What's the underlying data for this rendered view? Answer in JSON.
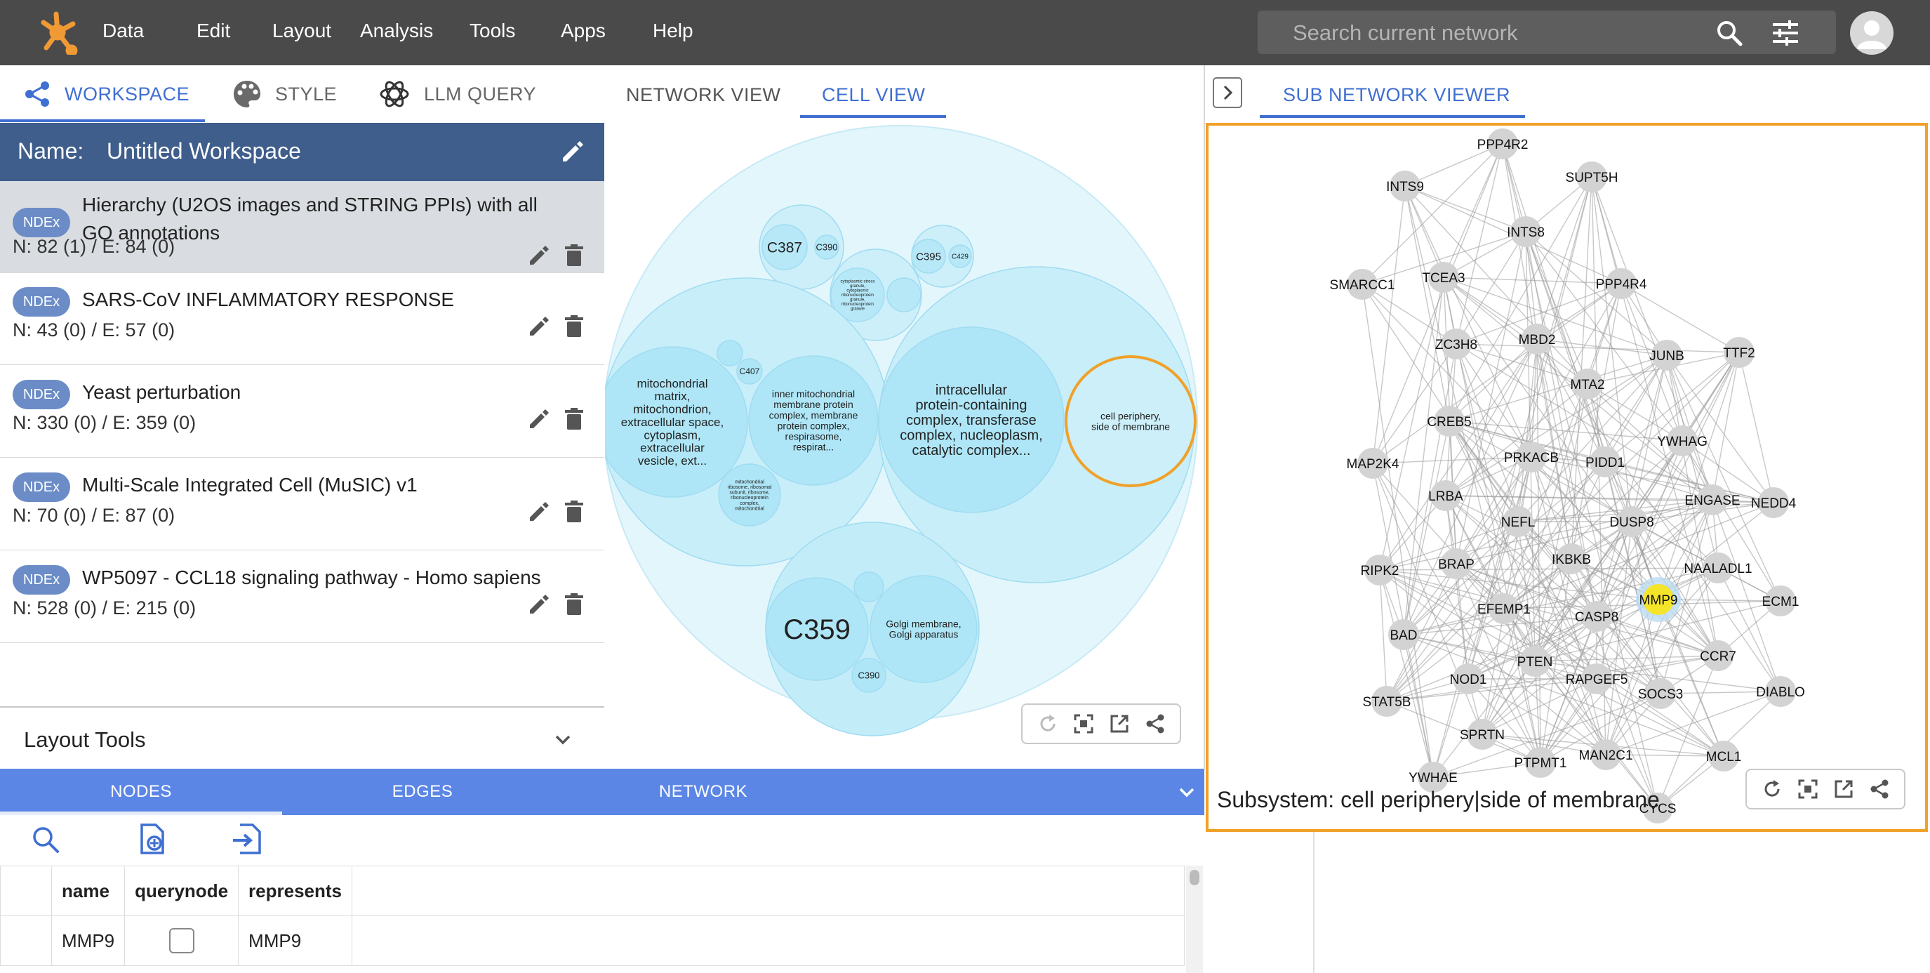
{
  "app": {
    "menu": [
      "Data",
      "Edit",
      "Layout",
      "Analysis",
      "Tools",
      "Apps",
      "Help"
    ],
    "search_placeholder": "Search current network",
    "brand_color": "#f09a36",
    "header_color": "#4a4a4a",
    "accent_color": "#3f6fd1"
  },
  "left_panel": {
    "tabs": [
      {
        "label": "WORKSPACE",
        "icon": "share-icon",
        "active": true
      },
      {
        "label": "STYLE",
        "icon": "palette-icon",
        "active": false
      },
      {
        "label": "LLM QUERY",
        "icon": "llm-icon",
        "active": false
      }
    ],
    "workspace": {
      "name_label": "Name:",
      "name": "Untitled Workspace"
    },
    "networks": [
      {
        "badge": "NDEx",
        "title": "Hierarchy (U2OS images and STRING PPIs) with all GO annotations",
        "counts": "N: 82 (1) / E: 84 (0)",
        "selected": true
      },
      {
        "badge": "NDEx",
        "title": "SARS-CoV INFLAMMATORY RESPONSE",
        "counts": "N: 43 (0) / E: 57 (0)",
        "selected": false
      },
      {
        "badge": "NDEx",
        "title": "Yeast perturbation",
        "counts": "N: 330 (0) / E: 359 (0)",
        "selected": false
      },
      {
        "badge": "NDEx",
        "title": "Multi-Scale Integrated Cell (MuSIC) v1",
        "counts": "N: 70 (0) / E: 87 (0)",
        "selected": false
      },
      {
        "badge": "NDEx",
        "title": "WP5097 - CCL18 signaling pathway - Homo sapiens",
        "counts": "N: 528 (0) / E: 215 (0)",
        "selected": false
      }
    ],
    "layout_tools_label": "Layout Tools"
  },
  "center_panel": {
    "tabs": [
      {
        "label": "NETWORK VIEW",
        "active": false
      },
      {
        "label": "CELL VIEW",
        "active": true
      }
    ],
    "circles": [
      {
        "label": "C387"
      },
      {
        "label": "C390"
      },
      {
        "label": "cytoplasmic stress granule, cytoplasmic ribonucleoprotein granule, ribonucleoprotein granule"
      },
      {
        "label": "C395"
      },
      {
        "label": "C429"
      },
      {
        "label": "mitochondrial matrix, mitochondrion, extracellular space, cytoplasm, extracellular vesicle, ext..."
      },
      {
        "label": "C407"
      },
      {
        "label": "inner mitochondrial membrane protein complex, membrane protein complex, respirasome, respirat..."
      },
      {
        "label": "mitochondrial ribosome, ribosomal subunit, ribosome, ribonucleoprotein complex, mitochondrial"
      },
      {
        "label": "intracellular protein-containing complex, transferase complex, nucleoplasm, catalytic complex..."
      },
      {
        "label": "cell periphery, side of membrane"
      },
      {
        "label": "C359"
      },
      {
        "label": "Golgi membrane, Golgi apparatus"
      },
      {
        "label": "C390"
      }
    ]
  },
  "right_panel": {
    "tab": "SUB NETWORK VIEWER",
    "subsystem_label": "Subsystem: cell periphery|side of membrane",
    "highlight_color": "#f5e52a",
    "nodes": [
      {
        "label": "PPP4R2"
      },
      {
        "label": "INTS9"
      },
      {
        "label": "SUPT5H"
      },
      {
        "label": "INTS8"
      },
      {
        "label": "SMARCC1"
      },
      {
        "label": "TCEA3"
      },
      {
        "label": "PPP4R4"
      },
      {
        "label": "ZC3H8"
      },
      {
        "label": "MBD2"
      },
      {
        "label": "JUNB"
      },
      {
        "label": "TTF2"
      },
      {
        "label": "MTA2"
      },
      {
        "label": "CREB5"
      },
      {
        "label": "YWHAG"
      },
      {
        "label": "MAP2K4"
      },
      {
        "label": "PRKACB"
      },
      {
        "label": "PIDD1"
      },
      {
        "label": "LRBA"
      },
      {
        "label": "ENGASE"
      },
      {
        "label": "NEDD4"
      },
      {
        "label": "NEFL"
      },
      {
        "label": "DUSP8"
      },
      {
        "label": "IKBKB"
      },
      {
        "label": "RIPK2"
      },
      {
        "label": "BRAP"
      },
      {
        "label": "NAALADL1"
      },
      {
        "label": "MMP9",
        "highlighted": true
      },
      {
        "label": "ECM1"
      },
      {
        "label": "EFEMP1"
      },
      {
        "label": "CASP8"
      },
      {
        "label": "BAD"
      },
      {
        "label": "CCR7"
      },
      {
        "label": "PTEN"
      },
      {
        "label": "NOD1"
      },
      {
        "label": "RAPGEF5"
      },
      {
        "label": "SOCS3"
      },
      {
        "label": "STAT5B"
      },
      {
        "label": "DIABLO"
      },
      {
        "label": "SPRTN"
      },
      {
        "label": "MAN2C1"
      },
      {
        "label": "PTPMT1"
      },
      {
        "label": "MCL1"
      },
      {
        "label": "YWHAE"
      },
      {
        "label": "CYCS"
      }
    ]
  },
  "table": {
    "tabs": [
      "NODES",
      "EDGES",
      "NETWORK"
    ],
    "columns": [
      "name",
      "querynode",
      "represents"
    ],
    "rows": [
      {
        "name": "MMP9",
        "querynode": false,
        "represents": "MMP9"
      }
    ]
  }
}
